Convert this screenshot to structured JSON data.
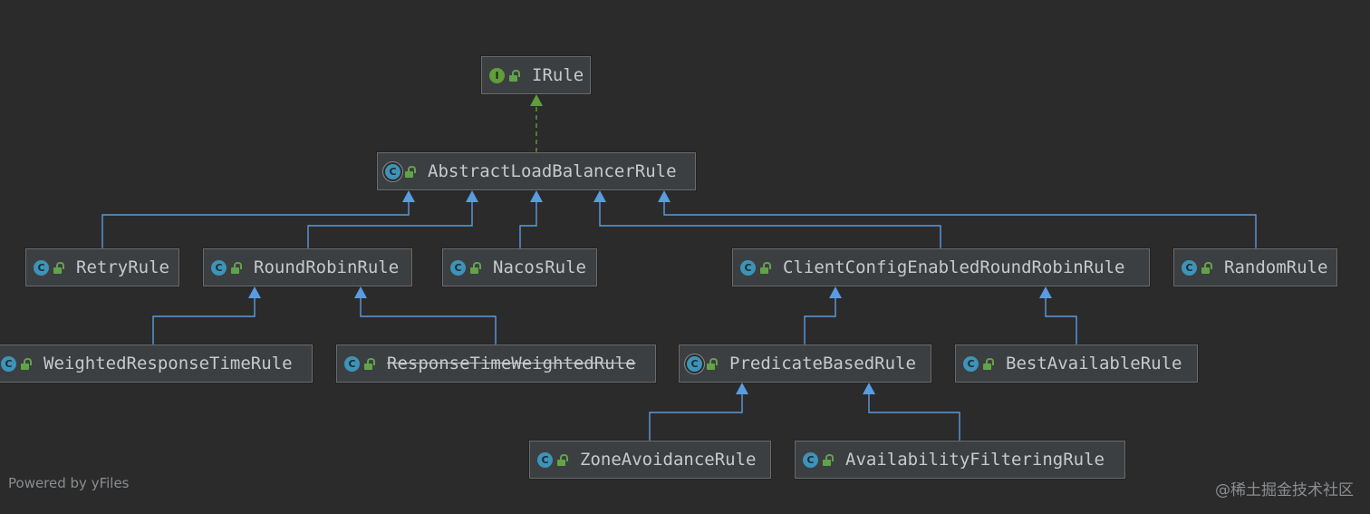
{
  "diagram": {
    "nodes": [
      {
        "id": "irule",
        "label": "IRule",
        "kind": "interface",
        "deprecated": false
      },
      {
        "id": "abstract",
        "label": "AbstractLoadBalancerRule",
        "kind": "abstract",
        "deprecated": false
      },
      {
        "id": "retry",
        "label": "RetryRule",
        "kind": "class",
        "deprecated": false
      },
      {
        "id": "roundrobin",
        "label": "RoundRobinRule",
        "kind": "class",
        "deprecated": false
      },
      {
        "id": "nacos",
        "label": "NacosRule",
        "kind": "class",
        "deprecated": false
      },
      {
        "id": "clientconfig",
        "label": "ClientConfigEnabledRoundRobinRule",
        "kind": "class",
        "deprecated": false
      },
      {
        "id": "random",
        "label": "RandomRule",
        "kind": "class",
        "deprecated": false
      },
      {
        "id": "weighted",
        "label": "WeightedResponseTimeRule",
        "kind": "class",
        "deprecated": false
      },
      {
        "id": "responsetime",
        "label": "ResponseTimeWeightedRule",
        "kind": "class",
        "deprecated": true
      },
      {
        "id": "predicate",
        "label": "PredicateBasedRule",
        "kind": "abstract",
        "deprecated": false
      },
      {
        "id": "bestavailable",
        "label": "BestAvailableRule",
        "kind": "class",
        "deprecated": false
      },
      {
        "id": "zone",
        "label": "ZoneAvoidanceRule",
        "kind": "class",
        "deprecated": false
      },
      {
        "id": "availability",
        "label": "AvailabilityFilteringRule",
        "kind": "class",
        "deprecated": false
      }
    ],
    "edges": [
      {
        "from": "abstract",
        "to": "irule",
        "type": "implements"
      },
      {
        "from": "retry",
        "to": "abstract",
        "type": "extends"
      },
      {
        "from": "roundrobin",
        "to": "abstract",
        "type": "extends"
      },
      {
        "from": "nacos",
        "to": "abstract",
        "type": "extends"
      },
      {
        "from": "clientconfig",
        "to": "abstract",
        "type": "extends"
      },
      {
        "from": "random",
        "to": "abstract",
        "type": "extends"
      },
      {
        "from": "weighted",
        "to": "roundrobin",
        "type": "extends"
      },
      {
        "from": "responsetime",
        "to": "roundrobin",
        "type": "extends"
      },
      {
        "from": "predicate",
        "to": "clientconfig",
        "type": "extends"
      },
      {
        "from": "bestavailable",
        "to": "clientconfig",
        "type": "extends"
      },
      {
        "from": "zone",
        "to": "predicate",
        "type": "extends"
      },
      {
        "from": "availability",
        "to": "predicate",
        "type": "extends"
      }
    ]
  },
  "icons": {
    "class": {
      "glyph": "C",
      "name": "class-icon"
    },
    "interface": {
      "glyph": "I",
      "name": "interface-icon"
    },
    "abstract": {
      "glyph": "C",
      "name": "abstract-class-icon"
    },
    "visibility": {
      "name": "public-lock-icon"
    }
  },
  "colors": {
    "background": "#2b2b2b",
    "node_fill": "#3c3f41",
    "extends_edge": "#5b9be0",
    "implements_edge": "#5f9e3a",
    "class_icon": "#3d93b8",
    "interface_icon": "#5f9e3a"
  },
  "footer": {
    "text": "Powered by yFiles"
  },
  "watermark": {
    "text": "@稀土掘金技术社区"
  }
}
